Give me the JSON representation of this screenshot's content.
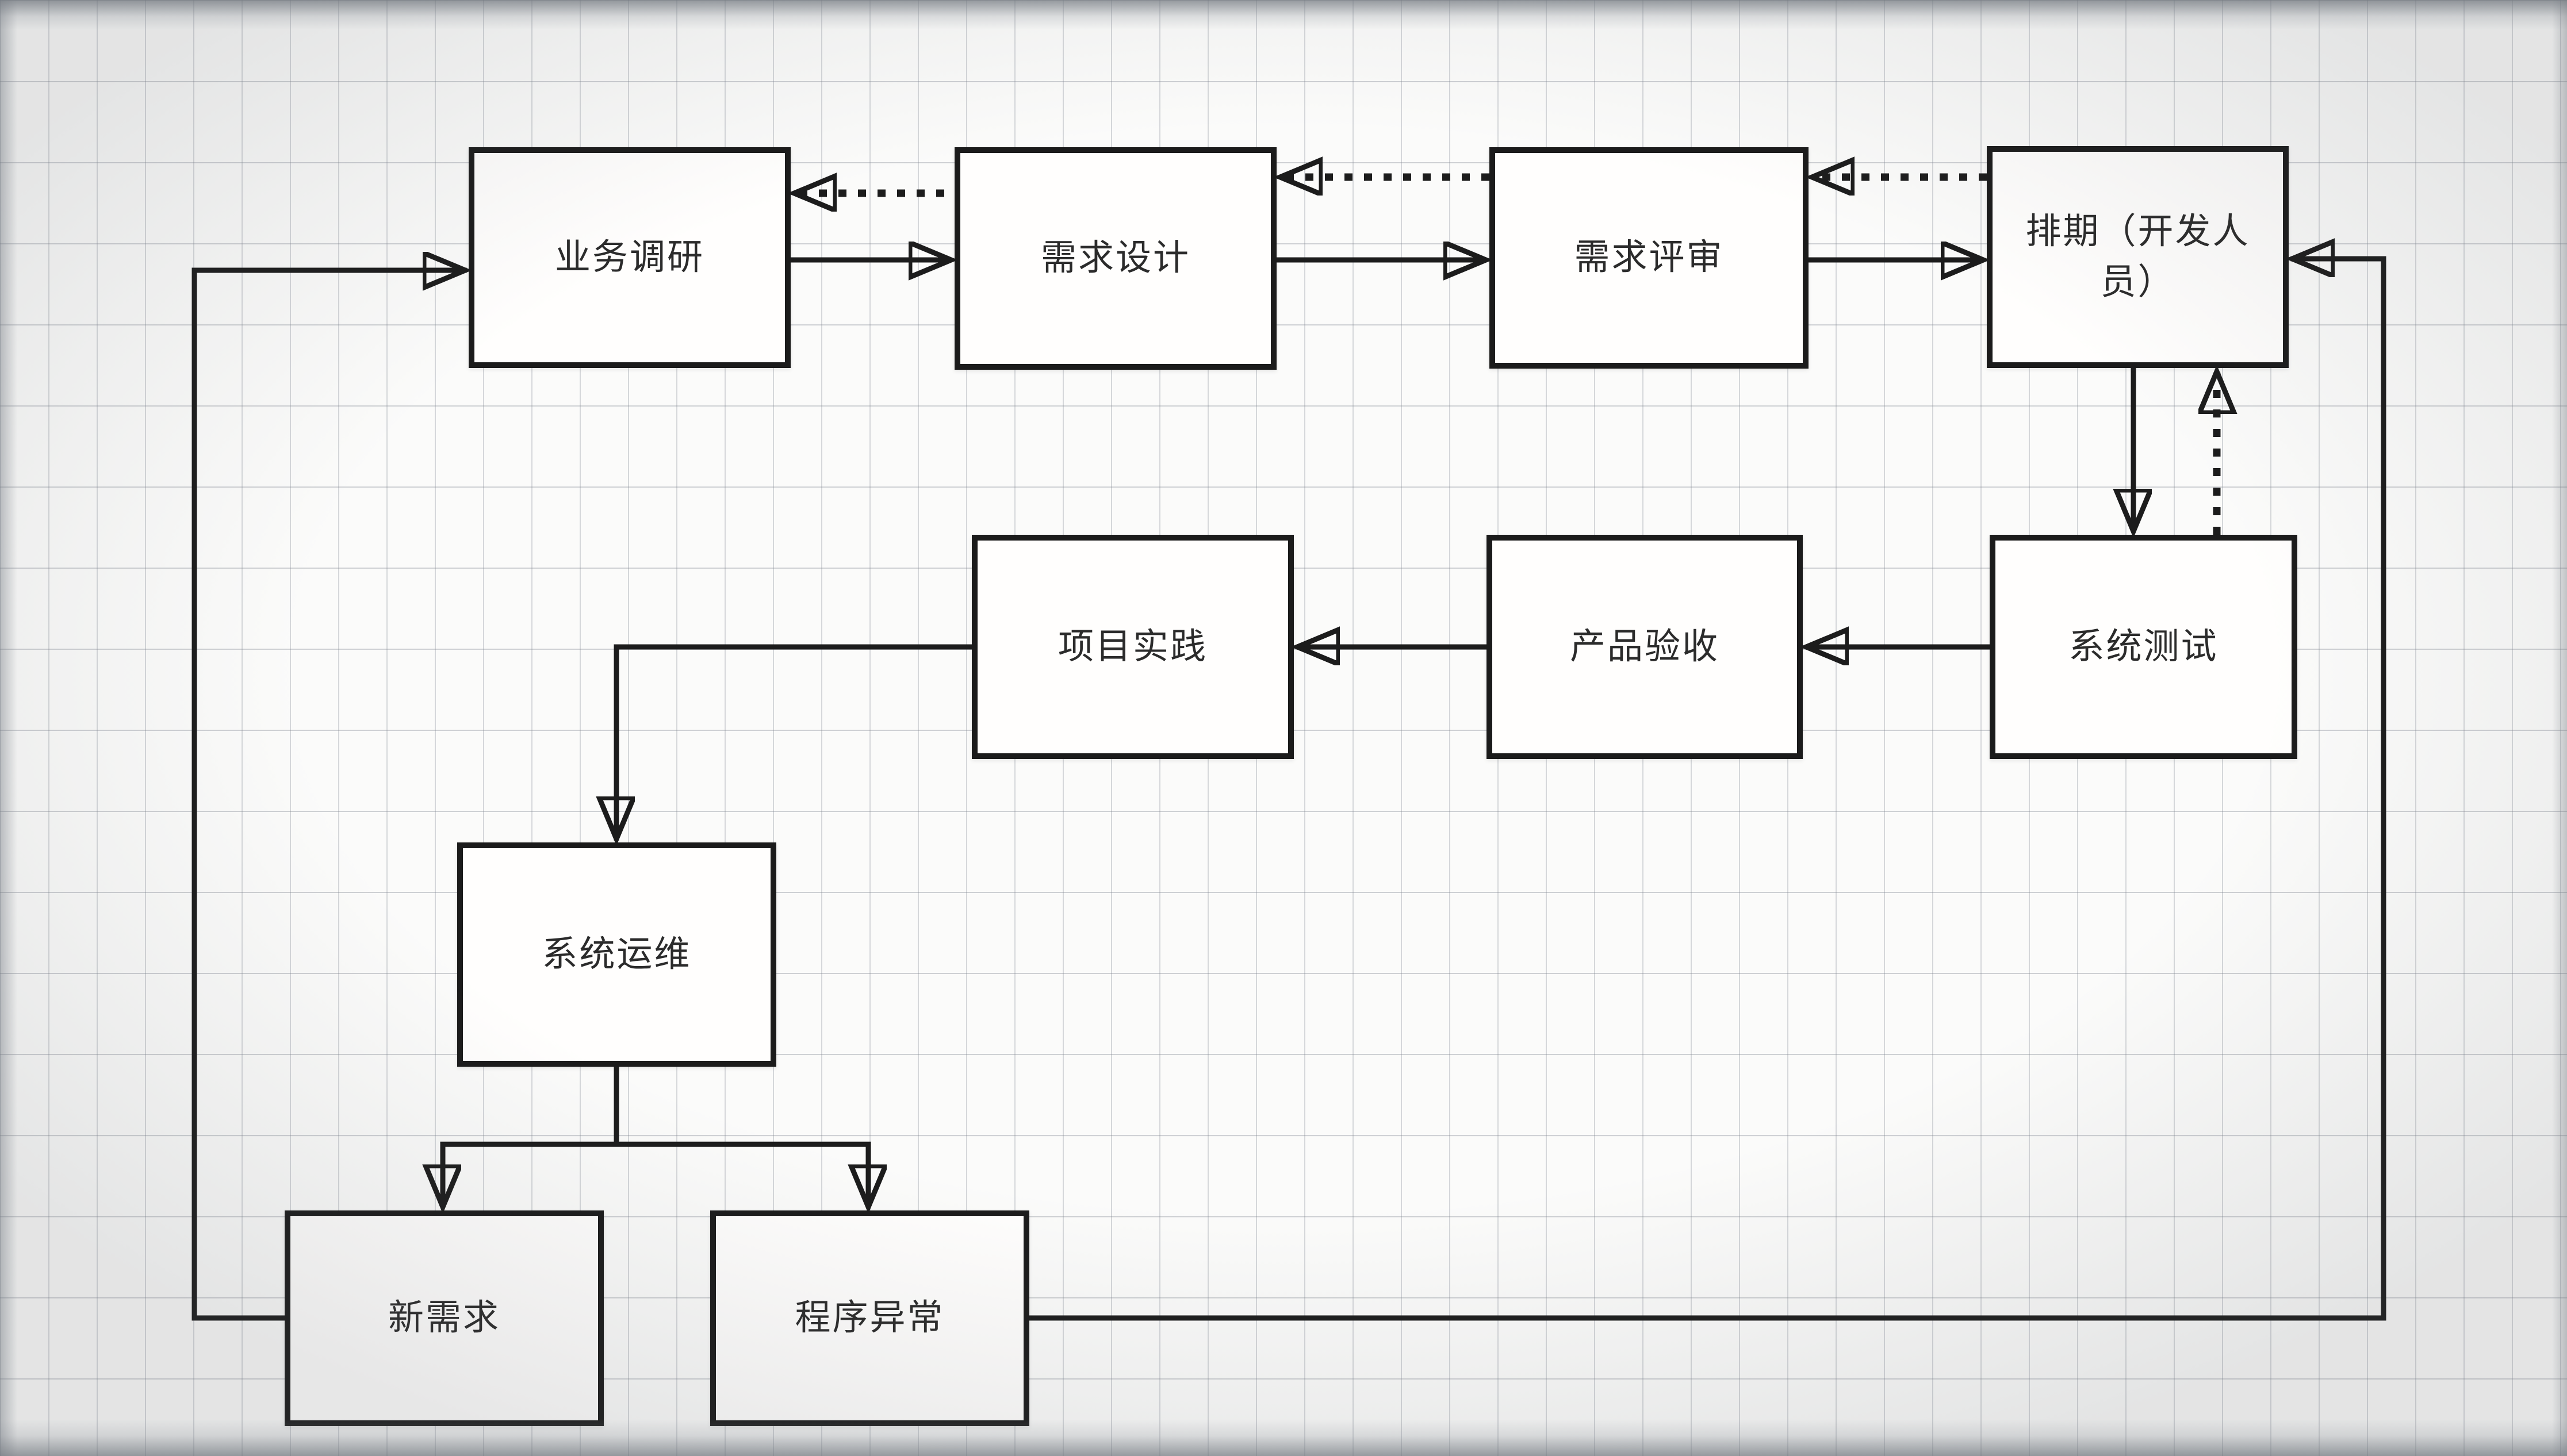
{
  "diagram_type": "flowchart",
  "colors": {
    "line": "#1c1c1c",
    "box_border": "#1b1b1b",
    "box_fill": "#fffefd",
    "text": "#2b2b2b",
    "grid_line": "#c9cdd2",
    "background": "#fbfbfa"
  },
  "nodes": [
    {
      "id": "business-research",
      "label": "业务调研"
    },
    {
      "id": "requirements-design",
      "label": "需求设计"
    },
    {
      "id": "requirements-review",
      "label": "需求评审"
    },
    {
      "id": "scheduling",
      "label": "排期（开发人员）"
    },
    {
      "id": "project-practice",
      "label": "项目实践"
    },
    {
      "id": "product-acceptance",
      "label": "产品验收"
    },
    {
      "id": "system-testing",
      "label": "系统测试"
    },
    {
      "id": "system-operations",
      "label": "系统运维"
    },
    {
      "id": "new-requirements",
      "label": "新需求"
    },
    {
      "id": "program-exception",
      "label": "程序异常"
    }
  ],
  "edges": [
    {
      "from": "业务调研",
      "to": "需求设计",
      "style": "solid"
    },
    {
      "from": "需求设计",
      "to": "需求评审",
      "style": "solid"
    },
    {
      "from": "需求评审",
      "to": "排期（开发人员）",
      "style": "solid"
    },
    {
      "from": "需求设计",
      "to": "业务调研",
      "style": "dotted"
    },
    {
      "from": "需求评审",
      "to": "需求设计",
      "style": "dotted"
    },
    {
      "from": "排期（开发人员）",
      "to": "需求评审",
      "style": "dotted"
    },
    {
      "from": "排期（开发人员）",
      "to": "系统测试",
      "style": "solid"
    },
    {
      "from": "系统测试",
      "to": "排期（开发人员）",
      "style": "dotted"
    },
    {
      "from": "系统测试",
      "to": "产品验收",
      "style": "solid"
    },
    {
      "from": "产品验收",
      "to": "项目实践",
      "style": "solid"
    },
    {
      "from": "项目实践",
      "to": "系统运维",
      "style": "solid"
    },
    {
      "from": "系统运维",
      "to": "新需求",
      "style": "solid"
    },
    {
      "from": "系统运维",
      "to": "程序异常",
      "style": "solid"
    },
    {
      "from": "新需求",
      "to": "业务调研",
      "style": "solid"
    },
    {
      "from": "程序异常",
      "to": "排期（开发人员）",
      "style": "solid"
    }
  ]
}
